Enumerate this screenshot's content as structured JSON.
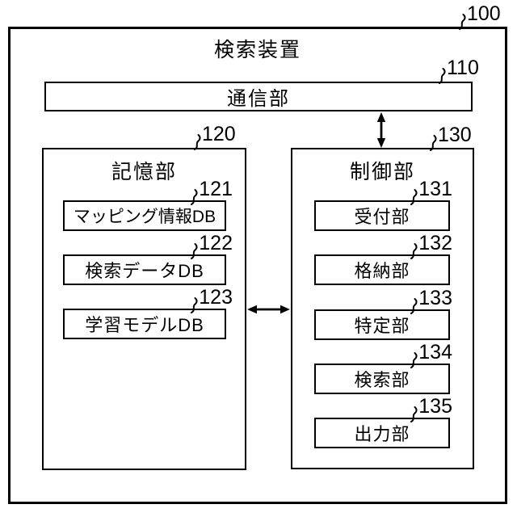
{
  "device": {
    "title": "検索装置",
    "ref": "100"
  },
  "comm": {
    "label": "通信部",
    "ref": "110"
  },
  "storage": {
    "title": "記憶部",
    "ref": "120",
    "items": [
      {
        "label": "マッピング情報DB",
        "ref": "121"
      },
      {
        "label": "検索データDB",
        "ref": "122"
      },
      {
        "label": "学習モデルDB",
        "ref": "123"
      }
    ]
  },
  "control": {
    "title": "制御部",
    "ref": "130",
    "items": [
      {
        "label": "受付部",
        "ref": "131"
      },
      {
        "label": "格納部",
        "ref": "132"
      },
      {
        "label": "特定部",
        "ref": "133"
      },
      {
        "label": "検索部",
        "ref": "134"
      },
      {
        "label": "出力部",
        "ref": "135"
      }
    ]
  },
  "connections": {
    "comm_control": "bidirectional-vertical-arrow",
    "storage_control": "bidirectional-horizontal-arrow"
  },
  "icons": {
    "lead_line": "reference-numeral-squiggle"
  },
  "colors": {
    "line": "#000000",
    "background": "#ffffff",
    "text": "#000000"
  }
}
